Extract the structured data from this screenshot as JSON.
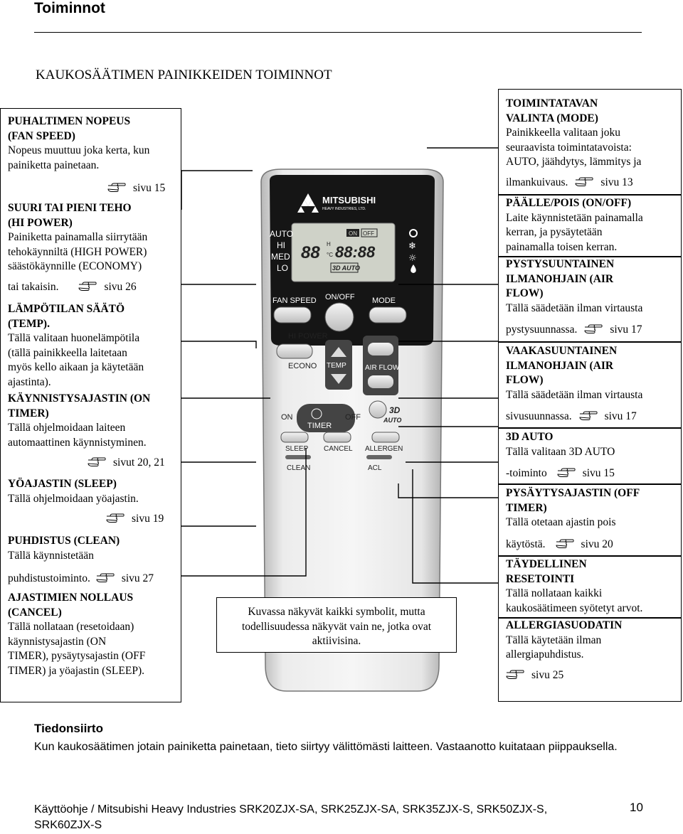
{
  "header": {
    "title": "Toiminnot"
  },
  "section_title": "KAUKOSÄÄTIMEN PAINIKKEIDEN TOIMINNOT",
  "left": {
    "fan_speed": {
      "h1": "PUHALTIMEN NOPEUS",
      "h2": "(FAN SPEED)",
      "t1": "Nopeus muuttuu joka kerta, kun",
      "t2": "painiketta painetaan.",
      "ref": "sivu 15"
    },
    "hi_power": {
      "h1": "SUURI TAI PIENI TEHO",
      "h2": "(HI POWER)",
      "t1": "Painiketta painamalla siirrytään",
      "t2": "tehokäynniltä (HIGH POWER)",
      "t3": "säästökäynnille (ECONOMY)",
      "t4": "tai takaisin.",
      "ref": "sivu 26"
    },
    "temp": {
      "h1": "LÄMPÖTILAN SÄÄTÖ",
      "h2": "(TEMP).",
      "t1": "Tällä valitaan huonelämpötila",
      "t2": "(tällä painikkeella laitetaan",
      "t3": "myös kello aikaan ja käytetään",
      "t4": "ajastinta)."
    },
    "on_timer": {
      "h1": "KÄYNNISTYSAJASTIN (ON",
      "h2": "TIMER)",
      "t1": "Tällä ohjelmoidaan laiteen",
      "t2": "automaattinen käynnistyminen.",
      "ref": "sivut 20, 21"
    },
    "sleep": {
      "h1": "YÖAJASTIN (SLEEP)",
      "t1": "Tällä ohjelmoidaan yöajastin.",
      "ref": "sivu 19"
    },
    "clean": {
      "h1": "PUHDISTUS (CLEAN)",
      "t1": "Tällä käynnistetään",
      "t2": "puhdistustoiminto.",
      "ref": "sivu 27"
    },
    "cancel": {
      "h1": "AJASTIMIEN NOLLAUS",
      "h2": "(CANCEL)",
      "t1": "Tällä nollataan (resetoidaan)",
      "t2": "käynnistysajastin (ON",
      "t3": "TIMER), pysäytysajastin (OFF",
      "t4": "TIMER) ja yöajastin (SLEEP)."
    }
  },
  "right": {
    "mode": {
      "h1": "TOIMINTATAVAN",
      "h2": "VALINTA (MODE)",
      "t1": "Painikkeella valitaan joku",
      "t2": "seuraavista toimintatavoista:",
      "t3": "AUTO, jäähdytys, lämmitys ja",
      "t4": "ilmankuivaus.",
      "ref": "sivu 13"
    },
    "onoff": {
      "h1": "PÄÄLLE/POIS (ON/OFF)",
      "t1": "Laite käynnistetään painamalla",
      "t2": "kerran, ja pysäytetään",
      "t3": "painamalla toisen kerran."
    },
    "vflow": {
      "h1": "PYSTYSUUNTAINEN",
      "h2": "ILMANOHJAIN (AIR",
      "h3": "FLOW)",
      "t1": "Tällä säädetään ilman virtausta",
      "t2": "pystysuunnassa.",
      "ref": "sivu 17"
    },
    "hflow": {
      "h1": "VAAKASUUNTAINEN",
      "h2": "ILMANOHJAIN (AIR",
      "h3": "FLOW)",
      "t1": "Tällä säädetään ilman virtausta",
      "t2": "sivusuunnassa.",
      "ref": "sivu 17"
    },
    "auto3d": {
      "h1": "3D AUTO",
      "t1": "Tällä valitaan 3D AUTO",
      "t2": "-toiminto",
      "ref": "sivu 15"
    },
    "off_timer": {
      "h1": "PYSÄYTYSAJASTIN (OFF",
      "h2": "TIMER)",
      "t1": "Tällä otetaan ajastin pois",
      "t2": "käytöstä.",
      "ref": "sivu 20"
    },
    "reset": {
      "h1": "TÄYDELLINEN",
      "h2": "RESETOINTI",
      "t1": "Tällä nollataan kaikki",
      "t2": "kaukosäätimeen syötetyt arvot."
    },
    "allergen": {
      "h1": "ALLERGIASUODATIN",
      "t1": "Tällä käytetään ilman",
      "t2": "allergiapuhdistus.",
      "ref": "sivu 25"
    }
  },
  "remote": {
    "brand": "MITSUBISHI",
    "brand_sub": "HEAVY INDUSTRIES, LTD.",
    "lcd": {
      "auto": "AUTO",
      "hi": "HI",
      "med": "MED",
      "lo": "LO",
      "on": "ON",
      "off": "OFF",
      "temp": "88",
      "h": "H",
      "c": "°C",
      "time": "88:88",
      "auto3d": "3D AUTO"
    },
    "buttons": {
      "fan_speed": "FAN SPEED",
      "on_off": "ON/OFF",
      "mode": "MODE",
      "hi_power": "HI POWER",
      "econo": "ECONO",
      "temp": "TEMP",
      "air_flow": "AIR FLOW",
      "on": "ON",
      "off": "OFF",
      "timer": "TIMER",
      "auto3d_top": "3D",
      "auto3d_bottom": "AUTO",
      "sleep": "SLEEP",
      "cancel": "CANCEL",
      "allergen": "ALLERGEN",
      "clean": "CLEAN",
      "acl": "ACL"
    }
  },
  "caption": "Kuvassa näkyvät kaikki symbolit, mutta todellisuudessa näkyvät vain ne, jotka ovat aktiivisina.",
  "bottom": {
    "title": "Tiedonsiirto",
    "text": "Kun kaukosäätimen jotain painiketta painetaan, tieto siirtyy välittömästi laitteen. Vastaanotto kuitataan piippauksella."
  },
  "footer": {
    "text": "Käyttöohje  /  Mitsubishi Heavy Industries SRK20ZJX-SA, SRK25ZJX-SA, SRK35ZJX-S, SRK50ZJX-S, SRK60ZJX-S",
    "page": "10"
  },
  "icons": {
    "reference": "pointing-hand-icon"
  }
}
